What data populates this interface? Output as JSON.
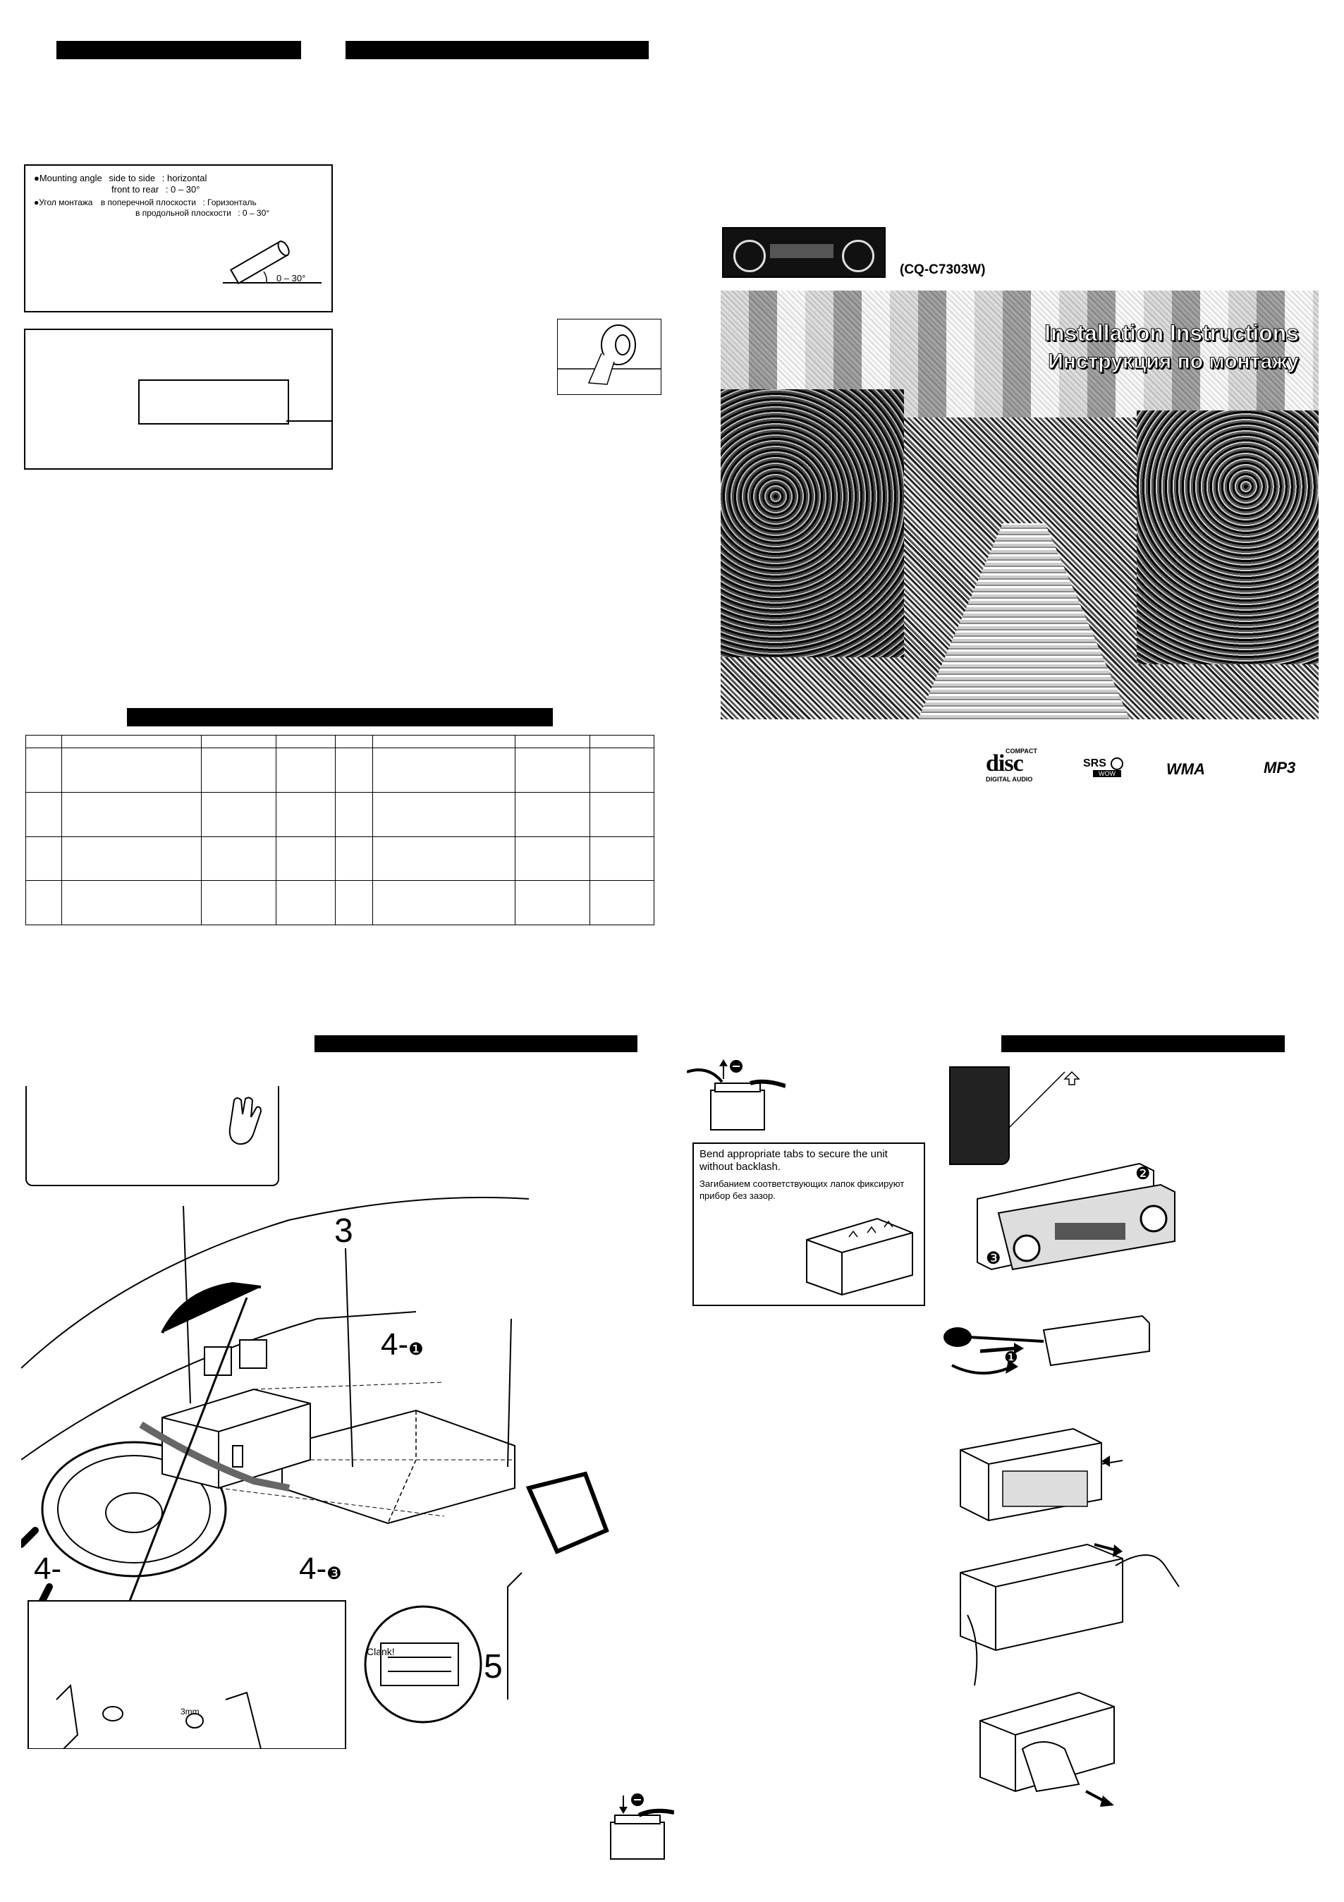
{
  "model": "(CQ-C7303W)",
  "title_en": "Installation Instructions",
  "title_ru": "Инструкция по монтажу",
  "mounting": {
    "line1_bullet": "●Mounting angle",
    "line1_a": "side to side",
    "line1_b": ": horizontal",
    "line2_a": "front to rear",
    "line2_b": ": 0 – 30°",
    "line3_bullet": "●Угол монтажа",
    "line3_a": "в поперечной плоскости",
    "line3_b": ": Горизонталь",
    "line4_a": "в продольной плоскости",
    "line4_b": ": 0 – 30°",
    "angle_label": "0 – 30°"
  },
  "tabs_note": {
    "en": "Bend appropriate tabs to secure the unit without backlash.",
    "ru": "Загибанием соответствующих лапок фиксируют прибор без зазор."
  },
  "steps": {
    "s3": "3",
    "s4_1": "4-",
    "s4_3": "4-",
    "s4": "4-",
    "s5": "5",
    "clank": "Clank!",
    "mm": "3mm",
    "circ1": "❶",
    "circ3": "❸"
  },
  "logos": {
    "compact": "COMPACT",
    "disc": "disc",
    "digital_audio": "DIGITAL AUDIO",
    "srs": "SRS",
    "wow": "WOW",
    "wma": "WMA",
    "mp3": "MP3"
  },
  "removal_markers": {
    "m1": "❶",
    "m2": "❷",
    "m3": "❸"
  }
}
